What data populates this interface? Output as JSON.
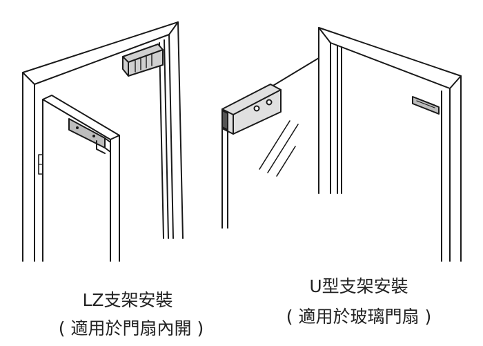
{
  "captions": {
    "lz_title": "LZ支架安裝",
    "lz_subtitle": "( 適用於門扇內開 )",
    "u_title": "U型支架安裝",
    "u_subtitle": "( 適用於玻璃門扇 )"
  },
  "style": {
    "line_color": "#1a1a1a",
    "text_color": "#222222",
    "background": "#ffffff"
  }
}
